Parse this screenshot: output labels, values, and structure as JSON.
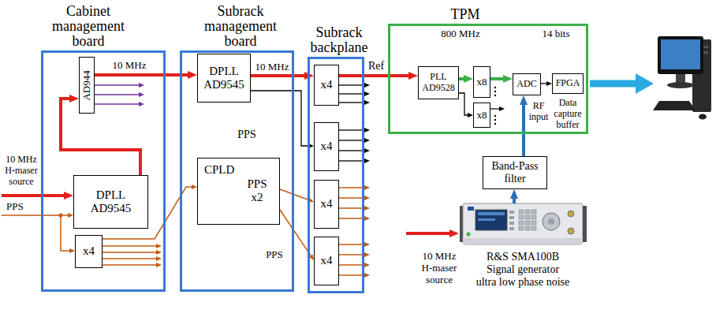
{
  "diagram": {
    "nodes": [
      {
        "text": [
          "Cabinet management board"
        ]
      },
      {
        "text": [
          "AD944"
        ],
        "in": 0
      },
      {
        "text": [
          "DPLL AD9545"
        ],
        "in": 0
      },
      {
        "text": [
          "x4"
        ],
        "in": 0
      },
      {
        "text": [
          "Subrack management board"
        ]
      },
      {
        "text": [
          "DPLL AD9545"
        ],
        "in": 4
      },
      {
        "text": [
          "CPLD",
          "PPS x2"
        ],
        "in": 4
      },
      {
        "text": [
          "Subrack backplane"
        ]
      },
      {
        "text": [
          "x4"
        ],
        "in": 7
      },
      {
        "text": [
          "x4"
        ],
        "in": 7
      },
      {
        "text": [
          "x4"
        ],
        "in": 7
      },
      {
        "text": [
          "x4"
        ],
        "in": 7
      },
      {
        "text": [
          "TPM"
        ]
      },
      {
        "text": [
          "PLL AD9528"
        ],
        "in": 12
      },
      {
        "text": [
          "x8"
        ],
        "in": 12
      },
      {
        "text": [
          "x8"
        ],
        "in": 12
      },
      {
        "text": [
          "ADC"
        ],
        "in": 12
      },
      {
        "text": [
          "FPGA"
        ],
        "in": 12
      },
      {
        "text": [
          "Band-Pass filter"
        ]
      },
      {
        "text": [
          "R&S SMA100B Signal generator ultra low phase noise"
        ]
      }
    ],
    "edges": [
      {
        "from": 2,
        "to": 1,
        "arrow": "to"
      },
      {
        "from": 1,
        "to": 5,
        "arrow": "to",
        "label": "10 MHz"
      },
      {
        "from": 3,
        "to": 6,
        "arrow": "to"
      },
      {
        "from": 5,
        "to": 8,
        "arrow": "to",
        "label": "10 MHz"
      },
      {
        "from": 5,
        "to": 9,
        "arrow": "to"
      },
      {
        "from": 6,
        "to": 10,
        "arrow": "to"
      },
      {
        "from": 6,
        "to": 11,
        "arrow": "to",
        "label": "PPS"
      },
      {
        "from": 8,
        "to": 13,
        "arrow": "to",
        "label": "Ref"
      },
      {
        "from": 13,
        "to": 14,
        "arrow": "to"
      },
      {
        "from": 13,
        "to": 15,
        "arrow": "to"
      },
      {
        "from": 14,
        "to": 16,
        "arrow": "to"
      },
      {
        "from": 16,
        "to": 17,
        "arrow": "to"
      },
      {
        "from": 18,
        "to": 16,
        "arrow": "to",
        "label": "RF input"
      },
      {
        "from": 19,
        "to": 18,
        "arrow": "to"
      }
    ],
    "labels": [
      "10 MHz H-maser source",
      "PPS",
      "PPS",
      "800 MHz",
      "14 bits",
      "Data capture buffer",
      "10 MHz H-maser source"
    ]
  }
}
